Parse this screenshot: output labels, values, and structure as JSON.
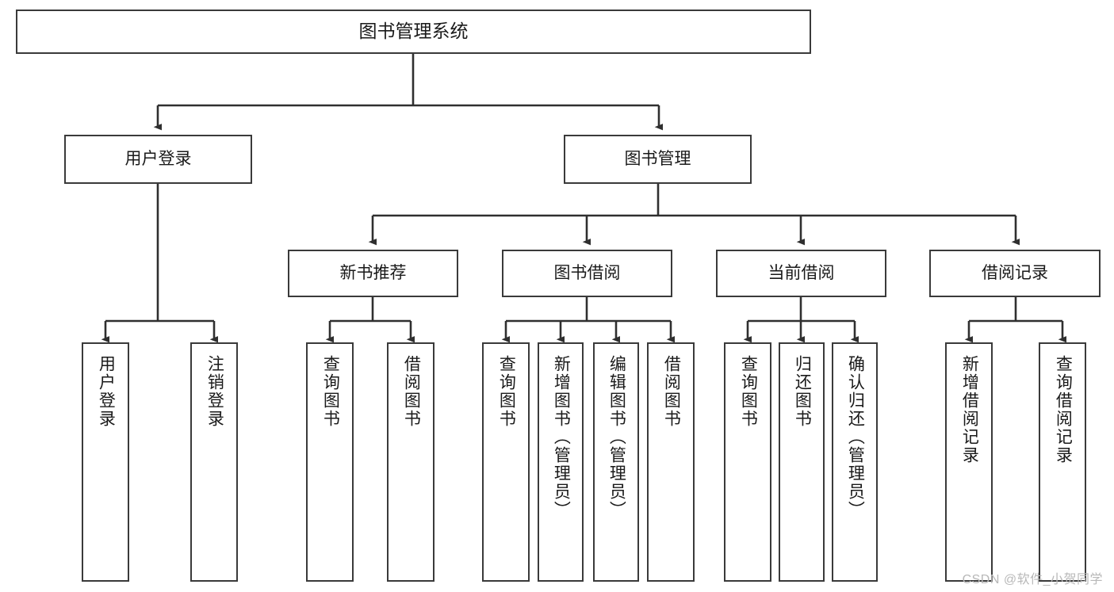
{
  "diagram": {
    "title": "图书管理系统",
    "type": "tree",
    "watermark": "CSDN @软件_小贺同学",
    "colors": {
      "box_border": "#3a3a3a",
      "box_fill": "#ffffff",
      "wire": "#2f2f2f",
      "text": "#1a1a1a",
      "watermark": "#b8b8b8",
      "background": "#ffffff"
    },
    "root": {
      "label": "图书管理系统"
    },
    "level2": [
      {
        "label": "用户登录"
      },
      {
        "label": "图书管理"
      }
    ],
    "level3": [
      {
        "label": "新书推荐"
      },
      {
        "label": "图书借阅"
      },
      {
        "label": "当前借阅"
      },
      {
        "label": "借阅记录"
      }
    ],
    "leaves": {
      "user_login": [
        {
          "label": "用户登录"
        },
        {
          "label": "注销登录"
        }
      ],
      "new_book_recommend": [
        {
          "label": "查询图书"
        },
        {
          "label": "借阅图书"
        }
      ],
      "book_borrow": [
        {
          "label": "查询图书"
        },
        {
          "label": "新增图书（管理员）"
        },
        {
          "label": "编辑图书（管理员）"
        },
        {
          "label": "借阅图书"
        }
      ],
      "current_borrow": [
        {
          "label": "查询图书"
        },
        {
          "label": "归还图书"
        },
        {
          "label": "确认归还（管理员）"
        }
      ],
      "borrow_record": [
        {
          "label": "新增借阅记录"
        },
        {
          "label": "查询借阅记录"
        }
      ]
    }
  }
}
